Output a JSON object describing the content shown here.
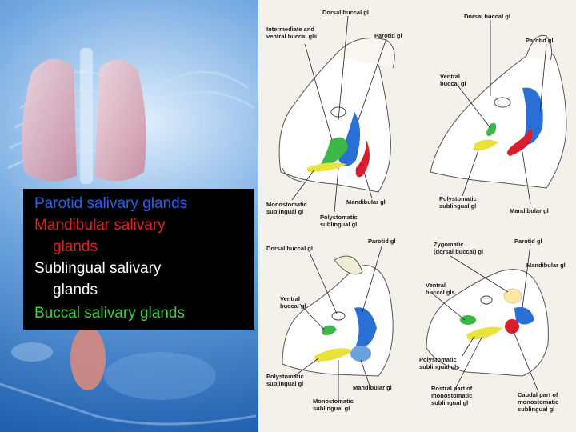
{
  "legend": {
    "lines": [
      {
        "text": "Parotid salivary glands",
        "color": "#2a5ef0"
      },
      {
        "text": "Mandibular salivary",
        "color": "#e02020"
      },
      {
        "text": "glands",
        "color": "#e02020"
      },
      {
        "text": "Sublingual salivary",
        "color": "#ffffff"
      },
      {
        "text": "glands",
        "color": "#ffffff"
      },
      {
        "text": "Buccal salivary glands",
        "color": "#3bd13b"
      }
    ]
  },
  "colors": {
    "parotid": "#2a6fd6",
    "mandibular": "#d81e2a",
    "sublingual": "#e8e23a",
    "buccal": "#3cb84a",
    "zygomatic": "#ffe7a8"
  },
  "labels": {
    "tl_dorsal_buccal": "Dorsal buccal gl",
    "tl_intermediate_1": "Intermediate and",
    "tl_intermediate_2": "ventral buccal gls",
    "tl_parotid": "Parotid gl",
    "tl_monostomatic_1": "Monostomatic",
    "tl_monostomatic_2": "sublingual gl",
    "tl_mandibular": "Mandibular gl",
    "tl_polystomatic_1": "Polystomatic",
    "tl_polystomatic_2": "sublingual gl",
    "tr_dorsal_buccal": "Dorsal buccal gl",
    "tr_parotid": "Parotid gl",
    "tr_ventral_1": "Ventral",
    "tr_ventral_2": "buccal gl",
    "tr_polystomatic_1": "Polystomatic",
    "tr_polystomatic_2": "sublingual gl",
    "tr_mandibular": "Mandibular gl",
    "bl_dorsal_buccal": "Dorsal buccal gl",
    "bl_parotid": "Parotid gl",
    "bl_ventral_1": "Ventral",
    "bl_ventral_2": "buccal gl",
    "bl_polystomatic_1": "Polystomatic",
    "bl_polystomatic_2": "sublingual gl",
    "bl_mandibular": "Mandibular gl",
    "bl_monostomatic_1": "Monostomatic",
    "bl_monostomatic_2": "sublingual gl",
    "br_zygomatic_1": "Zygomatic",
    "br_zygomatic_2": "(dorsal buccal) gl",
    "br_parotid": "Parotid gl",
    "br_mandibular": "Mandibular gl",
    "br_ventral_1": "Ventral",
    "br_ventral_2": "buccal gls",
    "br_polystomatic_1": "Polystomatic",
    "br_polystomatic_2": "sublingual gls",
    "br_rostral_1": "Rostral part of",
    "br_rostral_2": "monostomatic",
    "br_rostral_3": "sublingual gl",
    "br_caudal_1": "Caudal part of",
    "br_caudal_2": "monostomatic",
    "br_caudal_3": "sublingual gl"
  }
}
